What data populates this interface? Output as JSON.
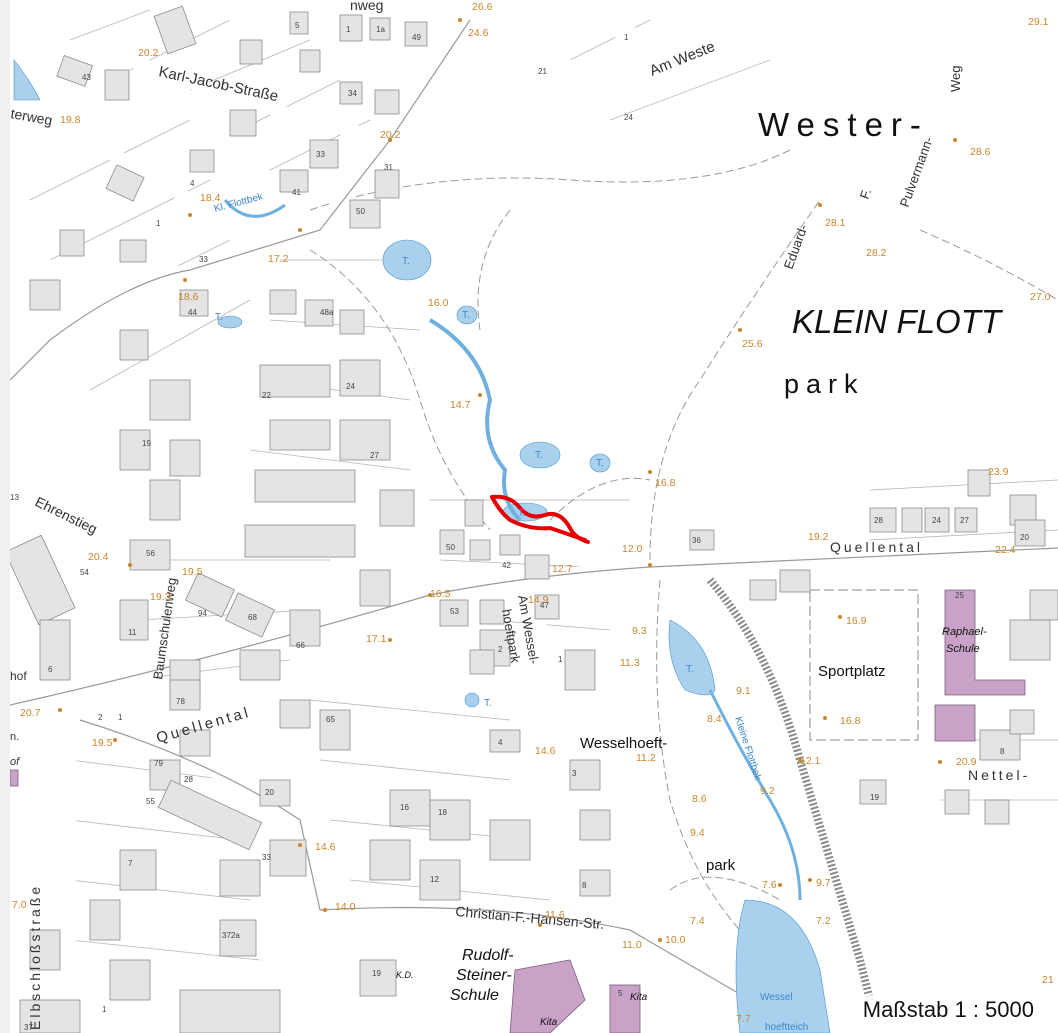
{
  "scale": "Maßstab 1 : 5000",
  "area_labels": {
    "wester": "Wester-",
    "klein_flott": "KLEIN FLOTT",
    "park": "park",
    "sportplatz": "Sportplatz",
    "wesselhoeft": "Wesselhoeft-",
    "wesselhoeft_park": "park",
    "raphael_1": "Raphael-",
    "raphael_2": "Schule",
    "rudolf_1": "Rudolf-",
    "rudolf_2": "Steiner-",
    "rudolf_3": "Schule",
    "kita_1": "Kita",
    "kita_2": "Kita",
    "kd": "K.D."
  },
  "streets": {
    "karl_jacob": "Karl-Jacob-Straße",
    "am_wester": "Am Weste",
    "weg_top": "nweg",
    "terweg": "terweg",
    "weg_right": "Weg",
    "pulvermann": "Pulvermann-",
    "f": "F.",
    "eduard": "Eduard-",
    "ehrenstieg": "Ehrenstieg",
    "baumschulenweg": "Baumschulenweg",
    "quellental_left": "Quellental",
    "quellental_right": "Quellental",
    "am_wessel": "Am Wessel-",
    "hoeftpark": "hoeftpark",
    "christian": "Christian-F.-Hansen-Str.",
    "elbschloss": "Elbschloßstraße",
    "nettel": "Nettel-",
    "hof": "hof",
    "of": "of",
    "n_dot": "n."
  },
  "water_labels": {
    "kl_flottbek": "Kl. Flottbek",
    "kleine_flottbek": "Kleine Flottbek",
    "wessel_teich_1": "Wessel",
    "wessel_teich_2": "hoeftteich",
    "t": "T."
  },
  "elevations": [
    "26.6",
    "24.6",
    "20.2",
    "19.8",
    "20.2",
    "18.4",
    "17.2",
    "18.6",
    "16.0",
    "14.7",
    "16.8",
    "25.6",
    "28.1",
    "28.2",
    "28.6",
    "29.1",
    "27.0",
    "23.9",
    "19.2",
    "22.4",
    "12.0",
    "12.7",
    "14.9",
    "16.5",
    "17.1",
    "19.5",
    "19.3",
    "20.4",
    "20.7",
    "19.5",
    "9.3",
    "11.3",
    "16.9",
    "16.8",
    "9.1",
    "8.4",
    "11.2",
    "14.6",
    "8.6",
    "9.2",
    "12.1",
    "20.9",
    "9.4",
    "7.6",
    "9.7",
    "7.4",
    "7.2",
    "10.0",
    "11.0",
    "11.6",
    "14.6",
    "14.0",
    "7.0",
    "7.7",
    "21"
  ],
  "house_numbers": [
    "5",
    "1",
    "1a",
    "49",
    "21",
    "1",
    "24",
    "43",
    "34",
    "31",
    "33",
    "41",
    "50",
    "4",
    "1",
    "33",
    "44",
    "48a",
    "24",
    "22",
    "19",
    "27",
    "50",
    "42",
    "36",
    "28",
    "24",
    "27",
    "20",
    "25",
    "53",
    "47",
    "68",
    "66",
    "94",
    "11",
    "78",
    "65",
    "79",
    "28",
    "55",
    "20",
    "16",
    "18",
    "12",
    "33",
    "7",
    "8",
    "3",
    "1",
    "4",
    "2",
    "372a",
    "19",
    "5",
    "1",
    "8",
    "19",
    "56",
    "54",
    "13",
    "6",
    "2",
    "1",
    "37"
  ],
  "colors": {
    "marker_red": "#e60000",
    "water": "#a9d1ee",
    "elevation": "#c8872a",
    "school": "#c9a2c8"
  }
}
